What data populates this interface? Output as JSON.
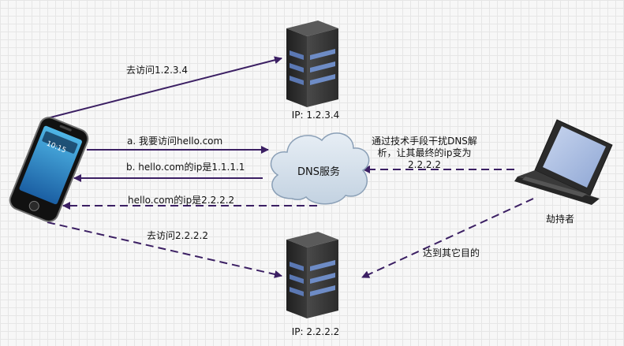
{
  "nodes": {
    "server_top": {
      "label": "IP: 1.2.3.4",
      "icon": "server-tower-icon"
    },
    "server_bottom": {
      "label": "IP: 2.2.2.2",
      "icon": "server-tower-icon"
    },
    "dns": {
      "label": "DNS服务",
      "icon": "cloud-icon"
    },
    "phone": {
      "time": "10:15",
      "icon": "smartphone-icon"
    },
    "attacker": {
      "label": "劫持者",
      "icon": "laptop-icon"
    }
  },
  "edges": {
    "phone_to_server_top": "去访问1.2.3.4",
    "query": "a.  我要访问hello.com",
    "reply_true": "b. hello.com的ip是1.1.1.1",
    "reply_fake": "hello.com的ip是2.2.2.2",
    "phone_to_server_bottom": "去访问2.2.2.2",
    "attacker_to_dns_line1": "通过技术手段干扰DNS解",
    "attacker_to_dns_line2": "析，让其最终的ip变为",
    "attacker_to_dns_line3": "2.2.2.2",
    "attacker_to_server_bottom": "达到其它目的"
  },
  "colors": {
    "edge": "#3b1f63",
    "cloud_fill": "#d6e1ec",
    "cloud_stroke": "#8a9fb6",
    "server_dark": "#3a3a3a",
    "server_band": "#5b78b3"
  }
}
